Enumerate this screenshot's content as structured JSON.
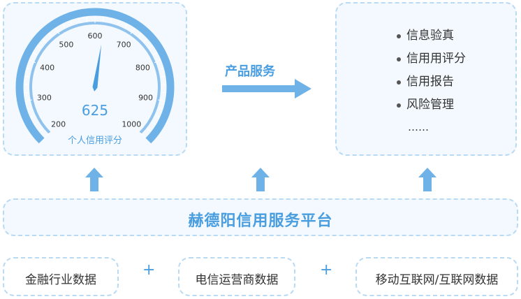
{
  "gauge": {
    "min": 200,
    "max": 1000,
    "value": 625,
    "value_label": "625",
    "caption": "个人信用评分",
    "ticks": [
      "200",
      "300",
      "400",
      "500",
      "600",
      "700",
      "800",
      "900",
      "1000"
    ]
  },
  "flow": {
    "product_label": "产品服务"
  },
  "services": {
    "items": [
      "信息验真",
      "信用用评分",
      "信用报告",
      "风险管理"
    ],
    "more": "……"
  },
  "platform": {
    "title": "赫德阳信用服务平台"
  },
  "sources": {
    "finance": "金融行业数据",
    "telecom": "电信运营商数据",
    "mobile": "移动互联网/互联网数据",
    "plus": "+"
  },
  "colors": {
    "accent": "#4a9ee0",
    "arrow": "#6fb2e8",
    "box_border": "#b9daf3"
  }
}
